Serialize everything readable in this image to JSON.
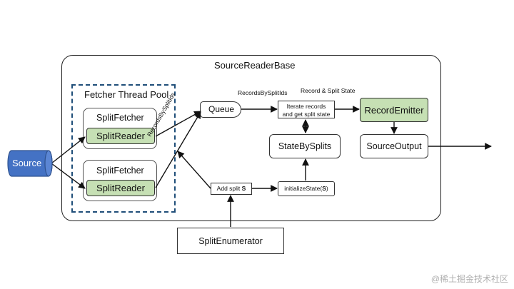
{
  "source_reader_base": "SourceReaderBase",
  "fetcher_pool": "Fetcher Thread Pool",
  "fetchers": [
    {
      "label": "SplitFetcher",
      "reader": "SplitReader"
    },
    {
      "label": "SplitFetcher",
      "reader": "SplitReader"
    }
  ],
  "source": "Source",
  "queue": "Queue",
  "records_by_split_ids_top": "RecordsBySplitIds",
  "records_by_split_ids_rot": "RecordsBySplitIds",
  "record_split_state": "Record & Split State",
  "iterate_line1": "Iterate records",
  "iterate_line2": "and get split state",
  "record_emitter": "RecordEmitter",
  "state_by_splits": "StateBySplits",
  "source_output": "SourceOutput",
  "add_split_prefix": "Add split ",
  "add_split_var": "S",
  "initialize_state_prefix": "initializeState(",
  "initialize_state_var": "S",
  "initialize_state_suffix": ")",
  "split_enumerator": "SplitEnumerator",
  "watermark": "@稀土掘金技术社区",
  "colors": {
    "source_fill": "#4472c4",
    "reader_fill": "#c6e0b4",
    "pool_border": "#1f4e79"
  }
}
